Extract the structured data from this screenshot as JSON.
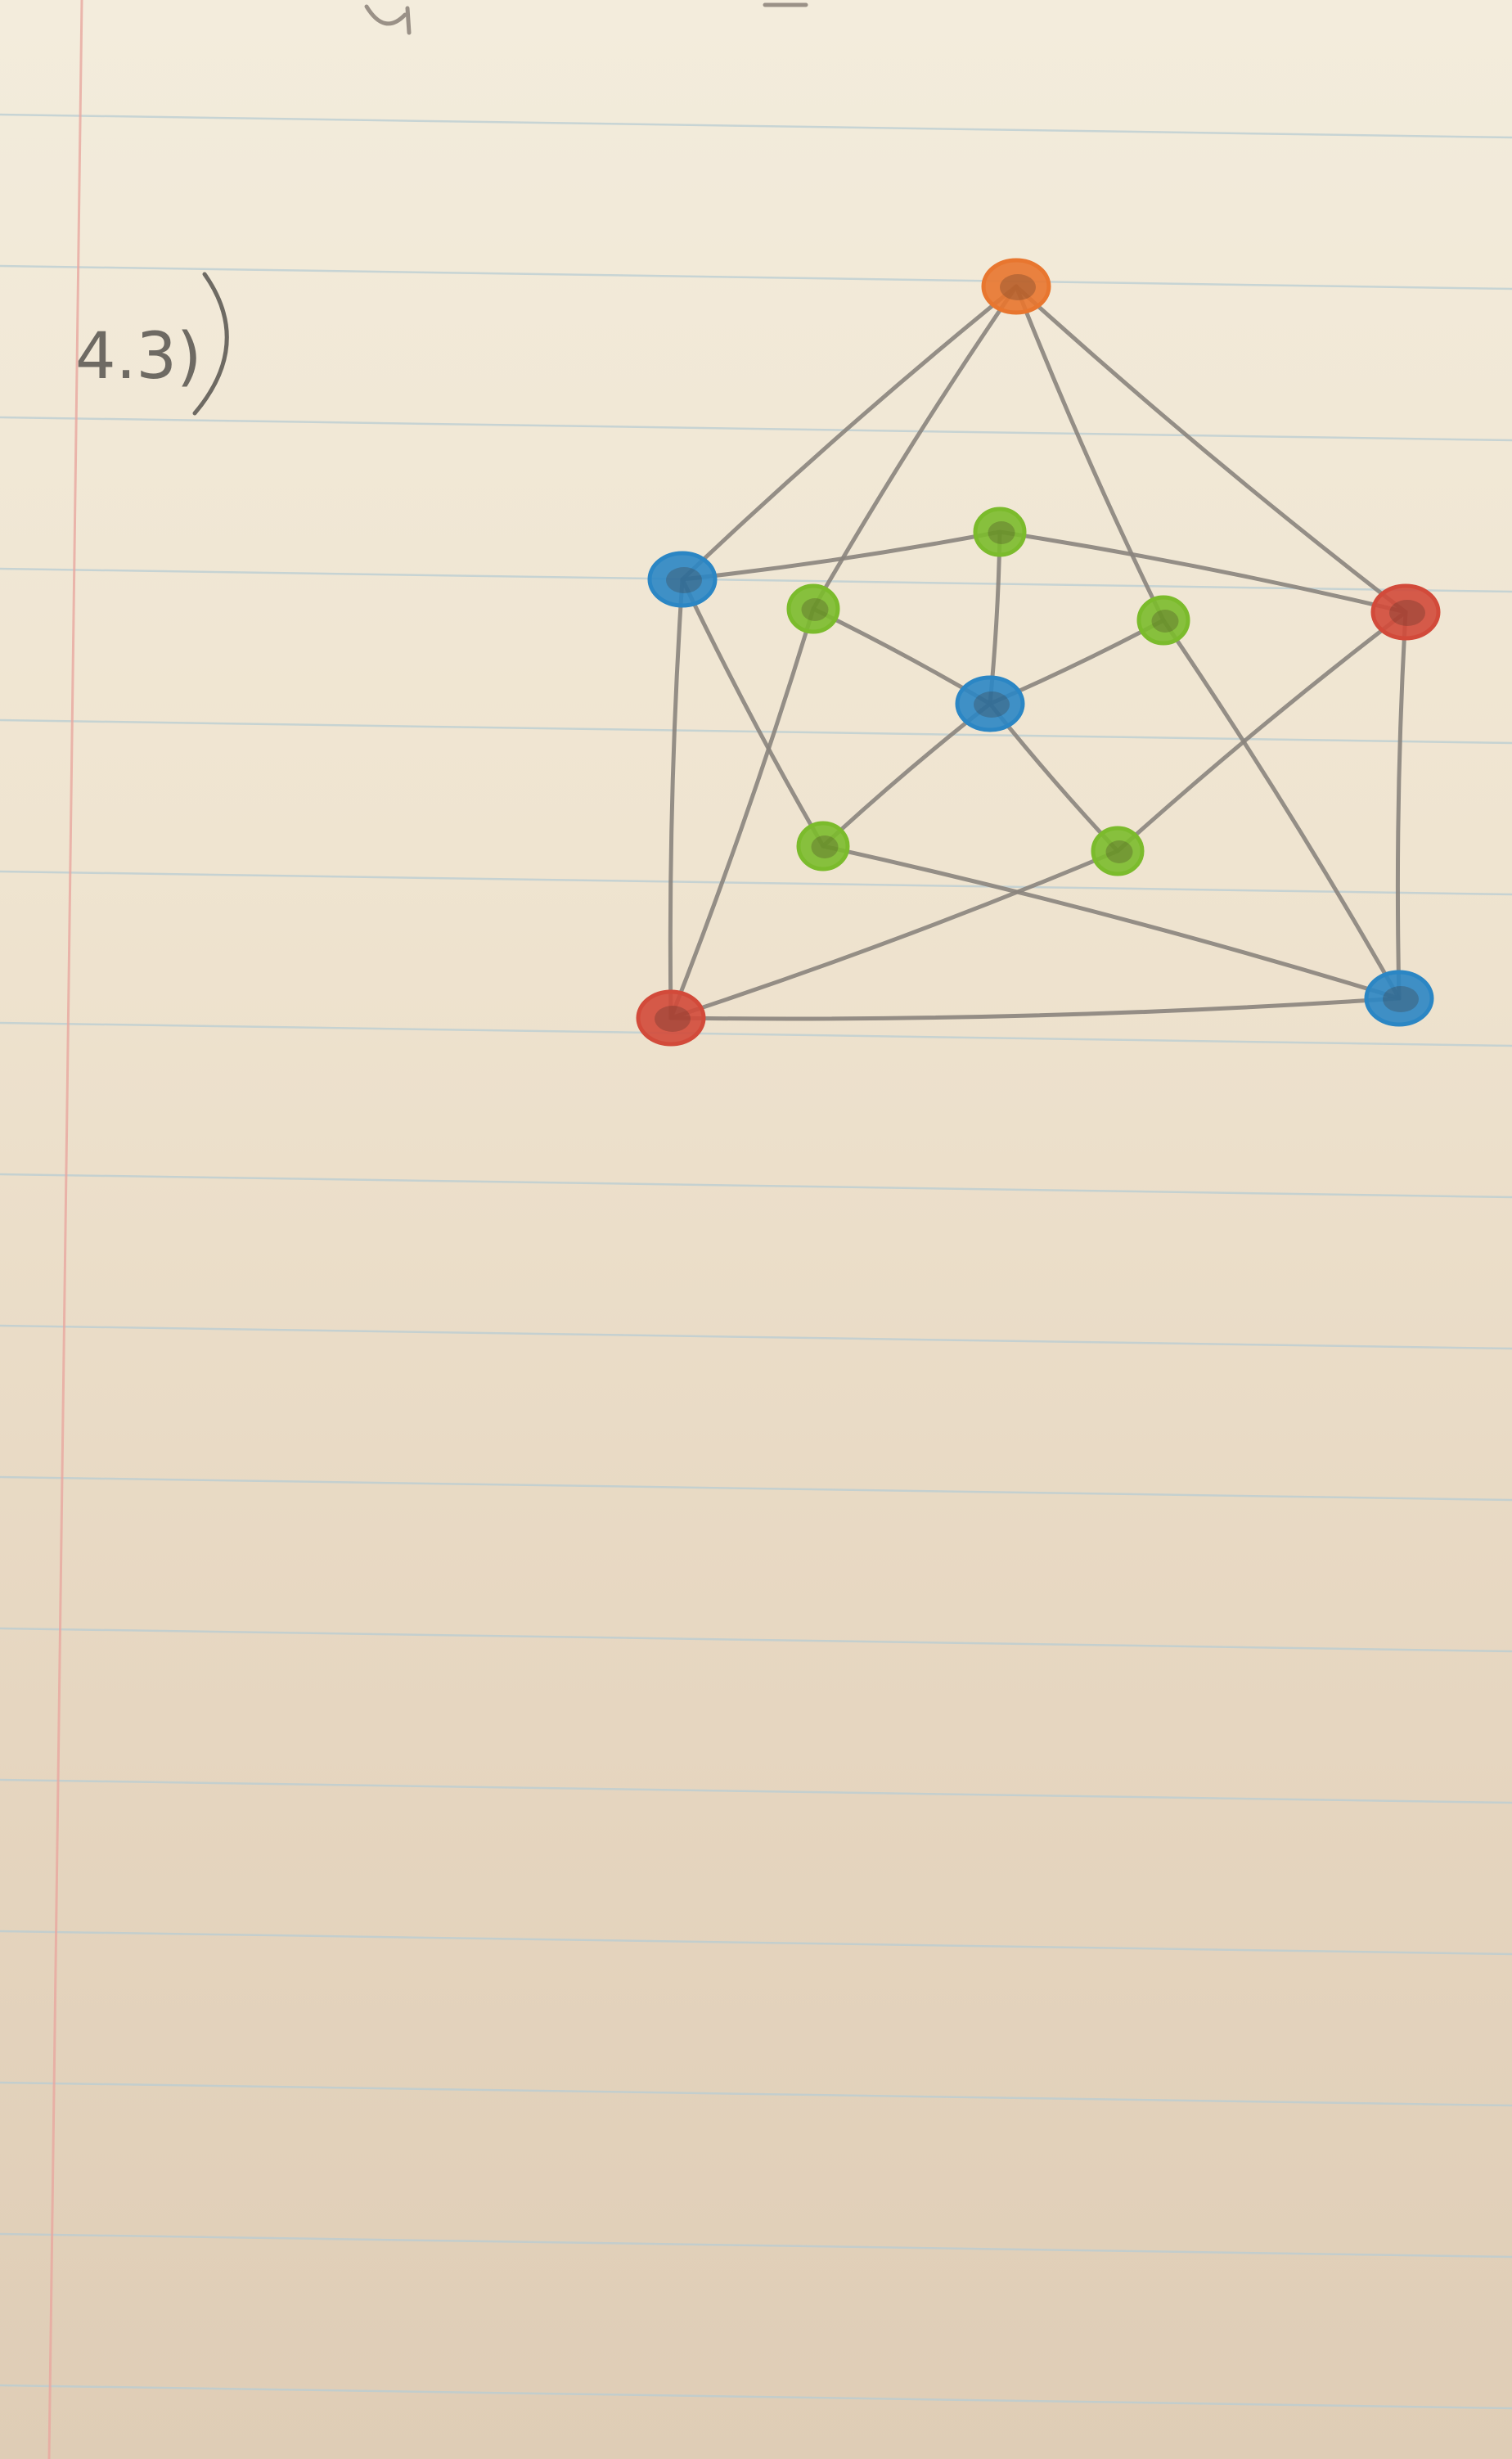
{
  "problem_label": "4.3)",
  "colors": {
    "orange": "#e8762f",
    "blue": "#2b86c4",
    "red": "#d24a3a",
    "green": "#7bbb2c"
  },
  "vertices": [
    {
      "id": "v-top",
      "color": "orange"
    },
    {
      "id": "v-upper-left",
      "color": "blue"
    },
    {
      "id": "v-upper-right",
      "color": "red"
    },
    {
      "id": "v-lower-left",
      "color": "red"
    },
    {
      "id": "v-lower-right",
      "color": "blue"
    },
    {
      "id": "v-center",
      "color": "blue"
    },
    {
      "id": "v-inner-top",
      "color": "green"
    },
    {
      "id": "v-inner-upper-left",
      "color": "green"
    },
    {
      "id": "v-inner-upper-right",
      "color": "green"
    },
    {
      "id": "v-inner-lower-left",
      "color": "green"
    },
    {
      "id": "v-inner-lower-right",
      "color": "green"
    }
  ],
  "edges": [
    [
      "v-top",
      "v-upper-left"
    ],
    [
      "v-top",
      "v-upper-right"
    ],
    [
      "v-top",
      "v-inner-upper-left"
    ],
    [
      "v-top",
      "v-inner-upper-right"
    ],
    [
      "v-upper-left",
      "v-inner-top"
    ],
    [
      "v-upper-left",
      "v-lower-left"
    ],
    [
      "v-upper-left",
      "v-inner-lower-left"
    ],
    [
      "v-upper-right",
      "v-inner-top"
    ],
    [
      "v-upper-right",
      "v-lower-right"
    ],
    [
      "v-upper-right",
      "v-inner-lower-right"
    ],
    [
      "v-lower-left",
      "v-lower-right"
    ],
    [
      "v-lower-left",
      "v-inner-upper-left"
    ],
    [
      "v-lower-left",
      "v-inner-lower-right"
    ],
    [
      "v-lower-right",
      "v-inner-upper-right"
    ],
    [
      "v-lower-right",
      "v-inner-lower-left"
    ],
    [
      "v-center",
      "v-inner-top"
    ],
    [
      "v-center",
      "v-inner-upper-left"
    ],
    [
      "v-center",
      "v-inner-upper-right"
    ],
    [
      "v-center",
      "v-inner-lower-left"
    ],
    [
      "v-center",
      "v-inner-lower-right"
    ]
  ]
}
